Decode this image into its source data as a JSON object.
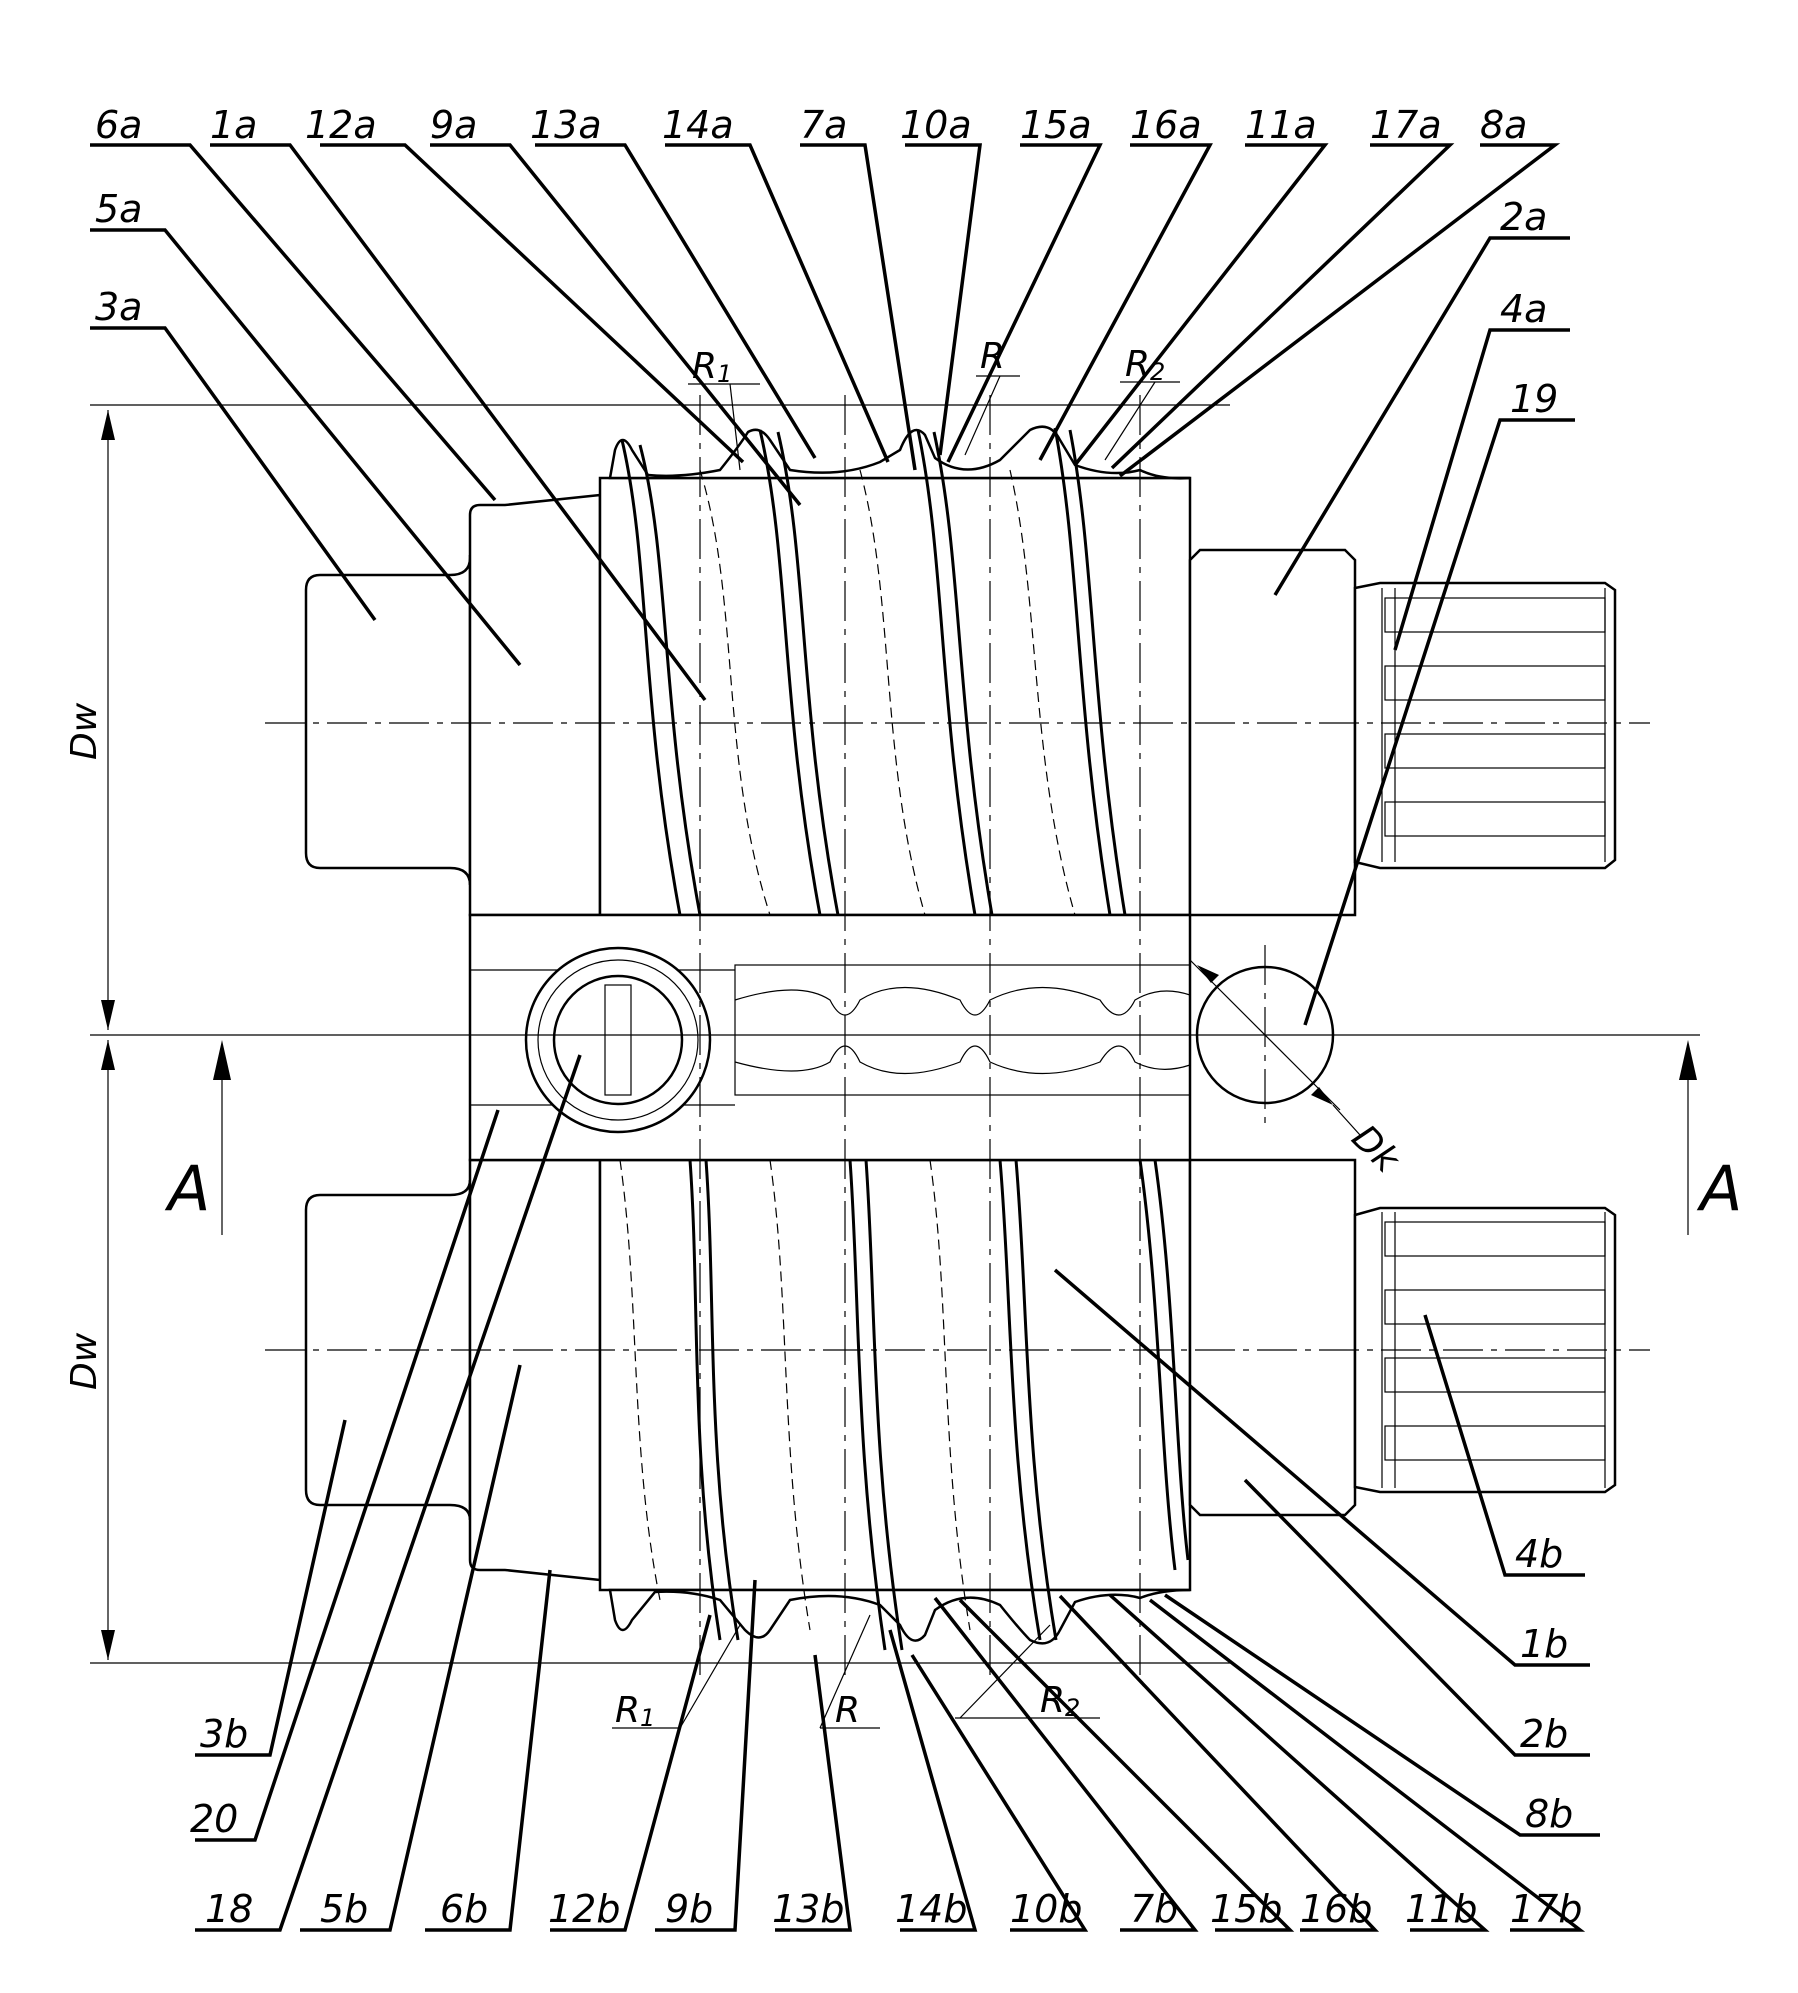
{
  "labels_top": [
    {
      "id": "6a",
      "text": "6a"
    },
    {
      "id": "1a",
      "text": "1a"
    },
    {
      "id": "12a",
      "text": "12a"
    },
    {
      "id": "9a",
      "text": "9a"
    },
    {
      "id": "13a",
      "text": "13a"
    },
    {
      "id": "14a",
      "text": "14a"
    },
    {
      "id": "7a",
      "text": "7a"
    },
    {
      "id": "10a",
      "text": "10a"
    },
    {
      "id": "15a",
      "text": "15a"
    },
    {
      "id": "16a",
      "text": "16a"
    },
    {
      "id": "11a",
      "text": "11a"
    },
    {
      "id": "17a",
      "text": "17a"
    },
    {
      "id": "8a",
      "text": "8a"
    }
  ],
  "labels_left": [
    {
      "id": "5a",
      "text": "5a"
    },
    {
      "id": "3a",
      "text": "3a"
    }
  ],
  "labels_right_top": [
    {
      "id": "2a",
      "text": "2a"
    },
    {
      "id": "4a",
      "text": "4a"
    },
    {
      "id": "19",
      "text": "19"
    }
  ],
  "labels_right_bottom": [
    {
      "id": "4b",
      "text": "4b"
    },
    {
      "id": "1b",
      "text": "1b"
    },
    {
      "id": "2b",
      "text": "2b"
    },
    {
      "id": "8b",
      "text": "8b"
    }
  ],
  "labels_bottom_left": [
    {
      "id": "3b",
      "text": "3b"
    },
    {
      "id": "20",
      "text": "20"
    }
  ],
  "labels_bottom": [
    {
      "id": "18",
      "text": "18"
    },
    {
      "id": "5b",
      "text": "5b"
    },
    {
      "id": "6b",
      "text": "6b"
    },
    {
      "id": "12b",
      "text": "12b"
    },
    {
      "id": "9b",
      "text": "9b"
    },
    {
      "id": "13b",
      "text": "13b"
    },
    {
      "id": "14b",
      "text": "14b"
    },
    {
      "id": "10b",
      "text": "10b"
    },
    {
      "id": "7b",
      "text": "7b"
    },
    {
      "id": "15b",
      "text": "15b"
    },
    {
      "id": "16b",
      "text": "16b"
    },
    {
      "id": "11b",
      "text": "11b"
    },
    {
      "id": "17b",
      "text": "17b"
    }
  ],
  "dimensions": {
    "dw": "Dw",
    "dk": "Dk",
    "r": "R",
    "r1_main": "R",
    "r1_sub": "1",
    "r2_main": "R",
    "r2_sub": "2"
  },
  "section_mark": "A"
}
